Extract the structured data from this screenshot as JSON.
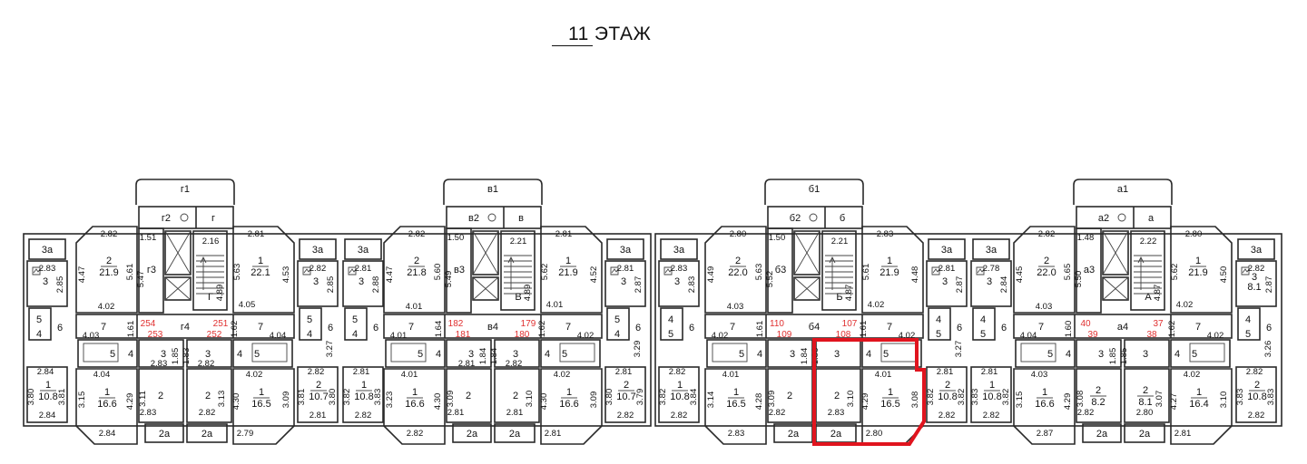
{
  "title": {
    "floor_number": "11",
    "floor_label": "ЭТАЖ"
  },
  "highlight_color": "#e0141e",
  "sections": [
    {
      "name": "г1",
      "entry": "г2",
      "lift": "г",
      "hall": "г3",
      "stair": "Г",
      "lobby": "г4",
      "apartments": [
        "254",
        "253",
        "252",
        "251"
      ],
      "rooms": {
        "left_big": {
          "num": "2",
          "area": "21.9"
        },
        "right_big": {
          "num": "1",
          "area": "22.1"
        },
        "left_bottom": {
          "num": "1",
          "area": "16.6"
        },
        "right_bottom": {
          "num": "1",
          "area": "16.5"
        },
        "center_left": {
          "num": "2",
          "area": null
        },
        "center_right": {
          "num": "2",
          "area": null
        },
        "corridor_left": "7",
        "corridor_right": "7",
        "hall_left": "3",
        "hall_right": "3",
        "bath_left": [
          "5",
          "4"
        ],
        "bath_right": [
          "4",
          "5"
        ],
        "balconies": [
          "2а",
          "2а"
        ]
      },
      "dims": [
        "2.82",
        "4.47",
        "5.61",
        "4.02",
        "5.47",
        "1.51",
        "2.16",
        "4.89",
        "5.63",
        "2.81",
        "4.53",
        "4.05",
        "4.03",
        "1.61",
        "1.62",
        "4.04",
        "1.85",
        "1.83",
        "2.83",
        "2.82",
        "4.04",
        "3.15",
        "4.29",
        "2.84",
        "3.11",
        "2.83",
        "3.13",
        "2.82",
        "4.30",
        "4.02",
        "3.09",
        "2.79"
      ]
    },
    {
      "name": "в1",
      "entry": "в2",
      "lift": "в",
      "hall": "в3",
      "stair": "В",
      "lobby": "в4",
      "apartments": [
        "182",
        "181",
        "180",
        "179"
      ],
      "rooms": {
        "left_big": {
          "num": "2",
          "area": "21.8"
        },
        "right_big": {
          "num": "1",
          "area": "21.9"
        },
        "left_bottom": {
          "num": "1",
          "area": "16.6"
        },
        "right_bottom": {
          "num": "1",
          "area": "16.6"
        },
        "center_left": {
          "num": "2",
          "area": null
        },
        "center_right": {
          "num": "2",
          "area": null
        },
        "corridor_left": "7",
        "corridor_right": "7",
        "hall_left": "3",
        "hall_right": "3",
        "bath_left": [
          "5",
          "4"
        ],
        "bath_right": [
          "4",
          "5"
        ],
        "balconies": [
          "2а",
          "2а"
        ]
      },
      "dims": [
        "2.82",
        "4.47",
        "5.60",
        "4.01",
        "5.49",
        "1.50",
        "2.21",
        "4.89",
        "5.62",
        "2.81",
        "4.52",
        "4.01",
        "4.01",
        "1.64",
        "1.62",
        "4.02",
        "1.84",
        "1.84",
        "2.81",
        "2.82",
        "4.01",
        "3.23",
        "4.30",
        "2.82",
        "3.09",
        "2.81",
        "3.10",
        "2.81",
        "4.30",
        "4.02",
        "3.09",
        "2.81"
      ]
    },
    {
      "name": "б1",
      "entry": "б2",
      "lift": "б",
      "hall": "б3",
      "stair": "Б",
      "lobby": "б4",
      "apartments": [
        "110",
        "109",
        "108",
        "107"
      ],
      "rooms": {
        "left_big": {
          "num": "2",
          "area": "22.0"
        },
        "right_big": {
          "num": "1",
          "area": "21.9"
        },
        "left_bottom": {
          "num": "1",
          "area": "16.5"
        },
        "right_bottom": {
          "num": "1",
          "area": "16.5"
        },
        "center_left": {
          "num": "2",
          "area": null
        },
        "center_right": {
          "num": "2",
          "area": null
        },
        "corridor_left": "7",
        "corridor_right": "7",
        "hall_left": "3",
        "hall_right": "3",
        "bath_left": [
          "5",
          "4"
        ],
        "bath_right": [
          "4",
          "5"
        ],
        "balconies": [
          "2а",
          "2а"
        ]
      },
      "dims": [
        "2.80",
        "4.49",
        "5.63",
        "4.03",
        "5.52",
        "1.50",
        "2.21",
        "4.87",
        "5.61",
        "2.83",
        "4.48",
        "4.02",
        "4.02",
        "1.61",
        "1.61",
        "4.02",
        "1.84",
        "1.86",
        null,
        null,
        "4.01",
        "3.14",
        "4.28",
        "2.83",
        "3.09",
        "2.82",
        "3.10",
        "2.83",
        "4.29",
        "4.01",
        "3.08",
        "2.80"
      ]
    },
    {
      "name": "а1",
      "entry": "а2",
      "lift": "а",
      "hall": "а3",
      "stair": "А",
      "lobby": "а4",
      "apartments": [
        "40",
        "39",
        "38",
        "37"
      ],
      "rooms": {
        "left_big": {
          "num": "2",
          "area": "22.0"
        },
        "right_big": {
          "num": "1",
          "area": "21.9"
        },
        "left_bottom": {
          "num": "1",
          "area": "16.6"
        },
        "right_bottom": {
          "num": "1",
          "area": "16.4"
        },
        "center_left": {
          "num": "2",
          "area": "8.2"
        },
        "center_right": {
          "num": "2",
          "area": "8.1"
        },
        "corridor_left": "7",
        "corridor_right": "7",
        "hall_left": "3",
        "hall_right": "3",
        "bath_left": [
          "5",
          "4"
        ],
        "bath_right": [
          "4",
          "5"
        ],
        "balconies": [
          "2а",
          "2а"
        ]
      },
      "dims": [
        "2.82",
        "4.45",
        "5.65",
        "4.03",
        "5.50",
        "1.48",
        "2.22",
        "4.87",
        "5.62",
        "2.80",
        "4.50",
        "4.02",
        "4.04",
        "1.60",
        "1.62",
        "4.02",
        "1.85",
        "1.85",
        null,
        null,
        "4.03",
        "3.15",
        "4.29",
        "2.87",
        "3.08",
        "2.82",
        "3.07",
        "2.80",
        "4.27",
        "4.02",
        "3.10",
        "2.81"
      ]
    }
  ],
  "units": [
    {
      "balcony": "3а",
      "room3": "3",
      "room3_area": null,
      "dim_top": "2.83",
      "dim_side": "2.85",
      "bath_a": "5",
      "bath_b": "4",
      "hall": "6",
      "dim_hall": null,
      "room_num": "1",
      "room_area": "10.8",
      "dim_mid": "2.84",
      "dim_left": "3.80",
      "dim_right": "3.81",
      "dim_bottom": "2.84"
    },
    {
      "balcony": "3а",
      "room3": "3",
      "room3_area": null,
      "dim_top": "2.82",
      "dim_side": "2.85",
      "bath_a": "5",
      "bath_b": "4",
      "hall": "6",
      "dim_hall": "3.27",
      "room_num": "2",
      "room_area": "10.7",
      "dim_mid": "2.82",
      "dim_left": "3.81",
      "dim_right": "3.80",
      "dim_bottom": "2.81"
    },
    {
      "balcony": "3а",
      "room3": "3",
      "room3_area": null,
      "dim_top": "2.81",
      "dim_side": "2.88",
      "bath_a": "5",
      "bath_b": "4",
      "hall": "6",
      "dim_hall": null,
      "room_num": "1",
      "room_area": "10.8",
      "dim_mid": "2.81",
      "dim_left": "3.82",
      "dim_right": "3.83",
      "dim_bottom": "2.82"
    },
    {
      "balcony": "3а",
      "room3": "3",
      "room3_area": null,
      "dim_top": "2.81",
      "dim_side": "2.87",
      "bath_a": "5",
      "bath_b": "4",
      "hall": "6",
      "dim_hall": "3.29",
      "room_num": "2",
      "room_area": "10.7",
      "dim_mid": "2.81",
      "dim_left": "3.80",
      "dim_right": "3.79",
      "dim_bottom": "2.82"
    },
    {
      "balcony": "3а",
      "room3": "3",
      "room3_area": null,
      "dim_top": "2.83",
      "dim_side": "2.83",
      "bath_a": "4",
      "bath_b": "5",
      "hall": "6",
      "dim_hall": null,
      "room_num": "1",
      "room_area": "10.8",
      "dim_mid": "2.82",
      "dim_left": "3.82",
      "dim_right": "3.84",
      "dim_bottom": "2.82"
    },
    {
      "balcony": "3а",
      "room3": "3",
      "room3_area": null,
      "dim_top": "2.81",
      "dim_side": "2.87",
      "bath_a": "4",
      "bath_b": "5",
      "hall": "6",
      "dim_hall": "3.27",
      "room_num": "2",
      "room_area": "10.8",
      "dim_mid": "2.81",
      "dim_left": "3.82",
      "dim_right": "3.82",
      "dim_bottom": "2.82"
    },
    {
      "balcony": "3а",
      "room3": "3",
      "room3_area": null,
      "dim_top": "2.78",
      "dim_side": "2.84",
      "bath_a": "4",
      "bath_b": "5",
      "hall": "6",
      "dim_hall": null,
      "room_num": "1",
      "room_area": "10.8",
      "dim_mid": "2.81",
      "dim_left": "3.83",
      "dim_right": "3.82",
      "dim_bottom": "2.82"
    },
    {
      "balcony": "3а",
      "room3": "3",
      "room3_area": "8.1",
      "dim_top": "2.82",
      "dim_side": "2.87",
      "bath_a": "4",
      "bath_b": "5",
      "hall": "6",
      "dim_hall": "3.26",
      "room_num": "2",
      "room_area": "10.8",
      "dim_mid": "2.82",
      "dim_left": "3.83",
      "dim_right": "3.83",
      "dim_bottom": "2.82"
    }
  ]
}
